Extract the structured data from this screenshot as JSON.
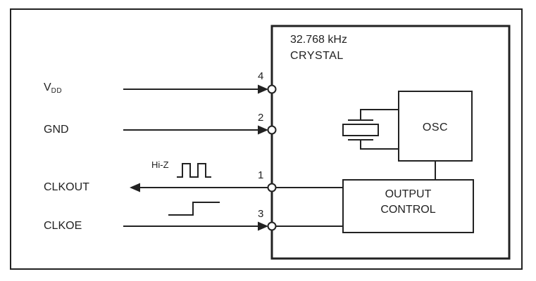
{
  "diagram": {
    "stroke_color": "#222222",
    "chip_title_line1": "32.768 kHz",
    "chip_title_line2": "CRYSTAL",
    "osc_label": "OSC",
    "output_control_line1": "OUTPUT",
    "output_control_line2": "CONTROL",
    "signals": {
      "vdd_base": "V",
      "vdd_sub": "DD",
      "gnd": "GND",
      "clkout": "CLKOUT",
      "clkoe": "CLKOE",
      "hiz_annotation": "Hi-Z"
    },
    "pin_numbers": {
      "vdd": "4",
      "gnd": "2",
      "clkout": "1",
      "clkoe": "3"
    }
  }
}
